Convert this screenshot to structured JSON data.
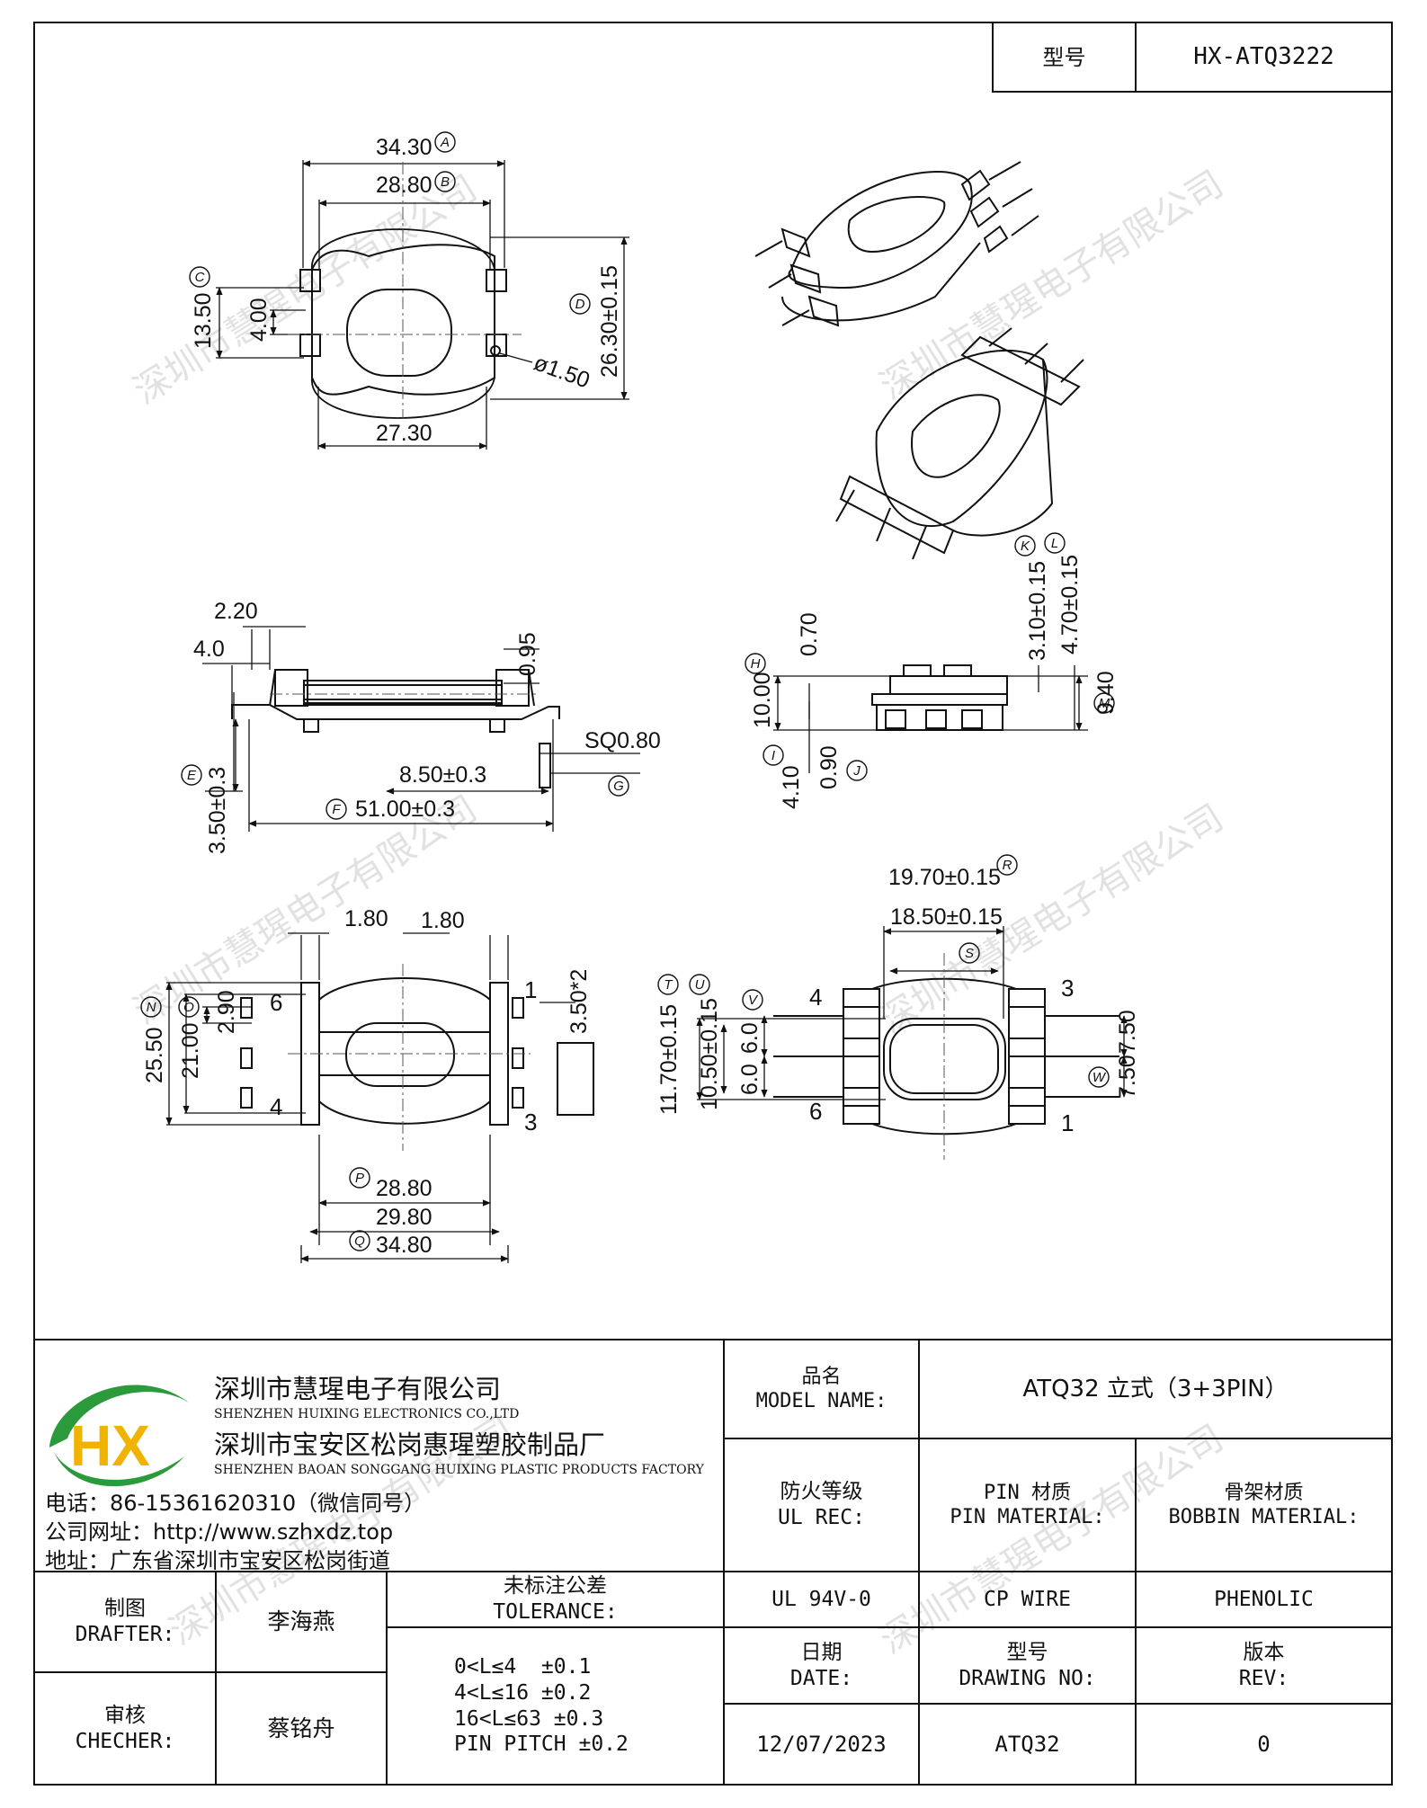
{
  "header": {
    "model_label": "型号",
    "model_value": "HX-ATQ3222"
  },
  "dims": {
    "a": "34.30",
    "b": "28.80",
    "c": "13.50",
    "c4": "4.00",
    "d": "26.30±0.15",
    "hole": "ø1.50",
    "base": "27.30",
    "s220": "2.20",
    "s40": "4.0",
    "s095": "0.95",
    "sq": "SQ0.80",
    "s850": "8.50±0.3",
    "s51": "51.00±0.3",
    "s350": "3.50±0.3",
    "r070": "0.70",
    "r1000": "10.00",
    "r310": "3.10±0.15",
    "r470": "4.70±0.15",
    "r940": "9.40",
    "r090": "0.90",
    "r410": "4.10",
    "b180a": "1.80",
    "b180b": "1.80",
    "b2550": "25.50",
    "b2100": "21.00",
    "b290": "2.90",
    "b350": "3.50*2",
    "b2880": "28.80",
    "b2980": "29.80",
    "b3480": "34.80",
    "t1970": "19.70±0.15",
    "t1850": "18.50±0.15",
    "t1170": "11.70±0.15",
    "t1050": "10.50±0.15",
    "t60a": "6.0",
    "t60b": "6.0",
    "t750a": "7.50",
    "t750b": "7.50"
  },
  "pins": {
    "p1": "1",
    "p3": "3",
    "p4": "4",
    "p6": "6"
  },
  "callouts": {
    "A": "A",
    "B": "B",
    "C": "C",
    "D": "D",
    "E": "E",
    "F": "F",
    "G": "G",
    "H": "H",
    "I": "I",
    "J": "J",
    "K": "K",
    "L": "L",
    "M": "M",
    "N": "N",
    "O": "O",
    "P": "P",
    "Q": "Q",
    "R": "R",
    "S": "S",
    "T": "T",
    "U": "U",
    "V": "V",
    "W": "W"
  },
  "watermark": "深圳市慧瑆电子有限公司",
  "company": {
    "name_cn": "深圳市慧瑆电子有限公司",
    "name_en": "SHENZHEN HUIXING ELECTRONICS CO.,LTD",
    "factory_cn": "深圳市宝安区松岗惠瑆塑胶制品厂",
    "factory_en": "SHENZHEN BAOAN SONGGANG HUIXING PLASTIC PRODUCTS FACTORY",
    "phone": "电话：86-15361620310（微信同号）",
    "web": "公司网址：http://www.szhxdz.top",
    "address": "地址：广东省深圳市宝安区松岗街道",
    "logo": "HX"
  },
  "titleblock": {
    "model_name_cn": "品名",
    "model_name_en": "MODEL NAME:",
    "model_name_value": "ATQ32 立式（3+3PIN）",
    "fire_cn": "防火等级",
    "fire_en": "UL REC:",
    "pin_cn": "PIN 材质",
    "pin_en": "PIN MATERIAL:",
    "bobbin_cn": "骨架材质",
    "bobbin_en": "BOBBIN MATERIAL:",
    "drafter_cn": "制图",
    "drafter_en": "DRAFTER:",
    "drafter_name": "李海燕",
    "tol_cn": "未标注公差",
    "tol_en": "TOLERANCE:",
    "ul": "UL 94V-0",
    "cp": "CP WIRE",
    "phenolic": "PHENOLIC",
    "checker_cn": "审核",
    "checker_en": "CHECHER:",
    "checker_name": "蔡铭舟",
    "tol_lines": [
      "0<L≤4  ±0.1",
      "4<L≤16 ±0.2",
      "16<L≤63 ±0.3",
      "PIN PITCH ±0.2"
    ],
    "date_cn": "日期",
    "date_en": "DATE:",
    "drawing_cn": "型号",
    "drawing_en": "DRAWING NO:",
    "rev_cn": "版本",
    "rev_en": "REV:",
    "date": "12/07/2023",
    "drawing_no": "ATQ32",
    "rev": "0"
  }
}
